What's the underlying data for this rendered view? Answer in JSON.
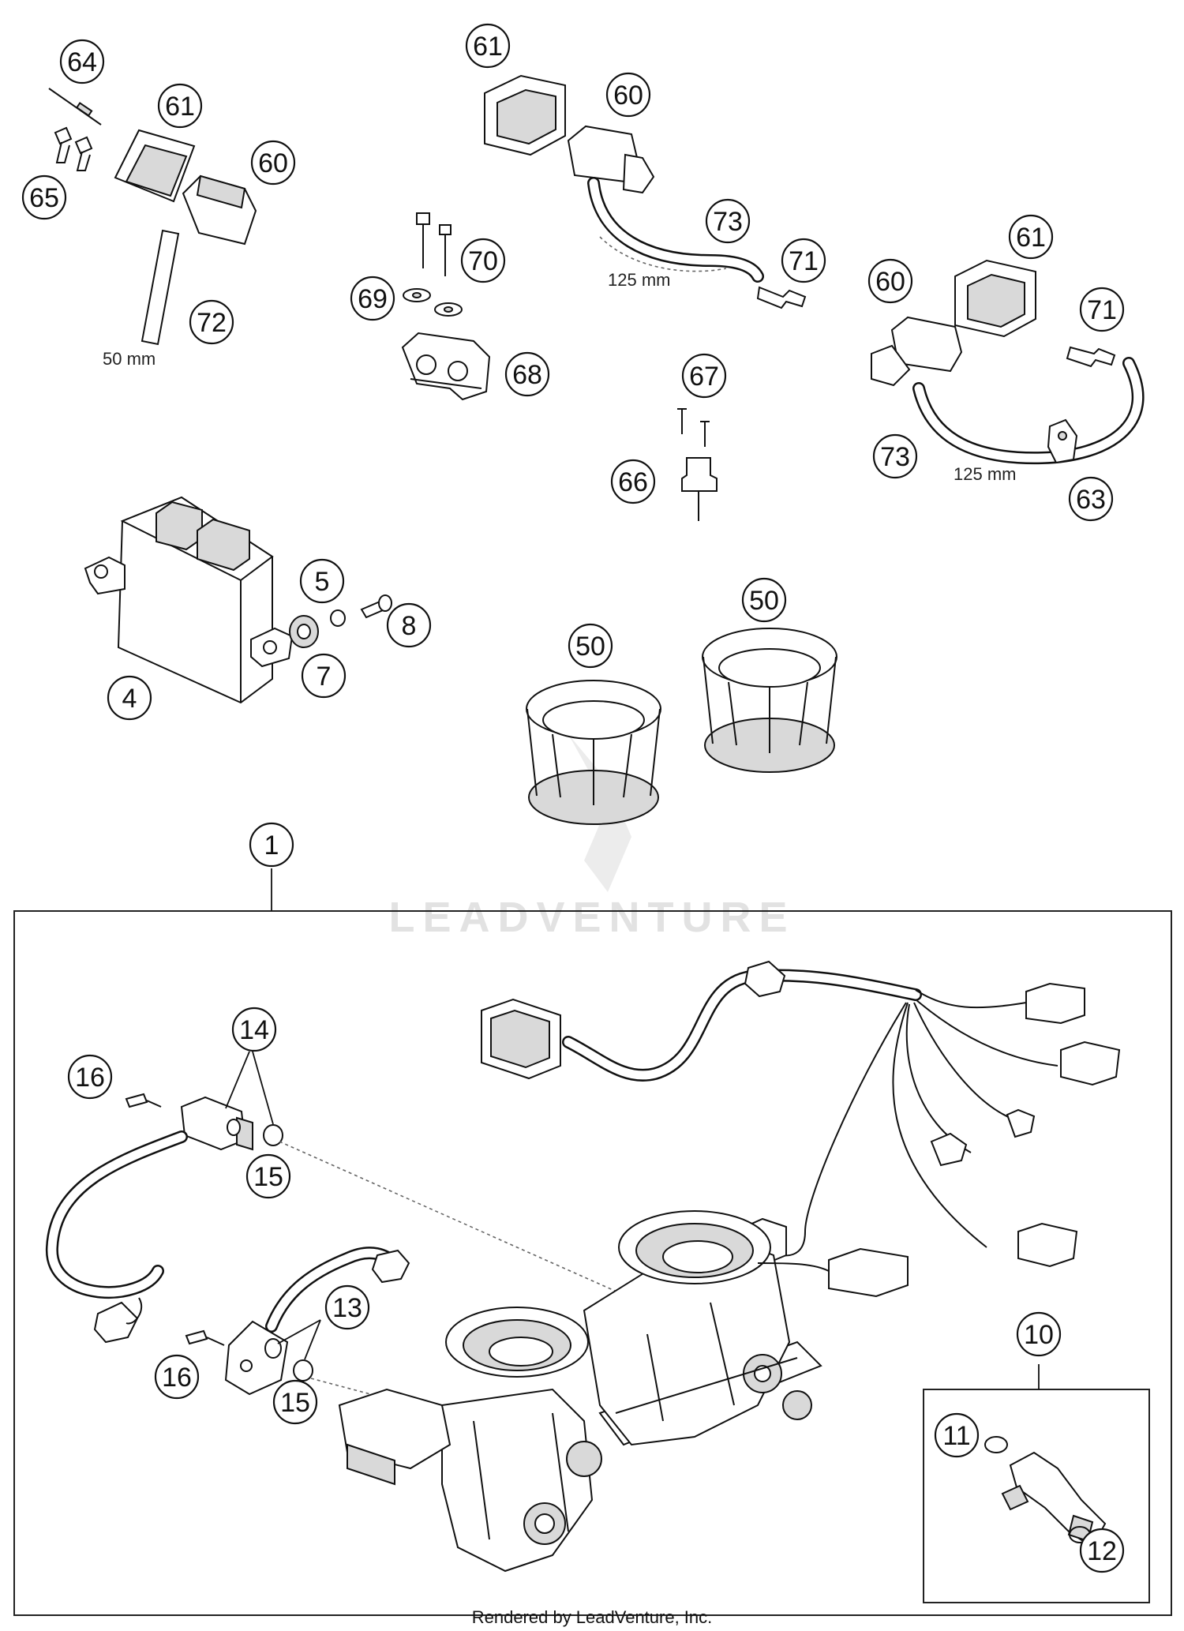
{
  "callouts": [
    {
      "label": "64"
    },
    {
      "label": "61"
    },
    {
      "label": "60"
    },
    {
      "label": "65"
    },
    {
      "label": "72"
    },
    {
      "label": "61"
    },
    {
      "label": "60"
    },
    {
      "label": "73"
    },
    {
      "label": "71"
    },
    {
      "label": "70"
    },
    {
      "label": "69"
    },
    {
      "label": "68"
    },
    {
      "label": "67"
    },
    {
      "label": "66"
    },
    {
      "label": "61"
    },
    {
      "label": "60"
    },
    {
      "label": "71"
    },
    {
      "label": "73"
    },
    {
      "label": "63"
    },
    {
      "label": "5"
    },
    {
      "label": "8"
    },
    {
      "label": "7"
    },
    {
      "label": "4"
    },
    {
      "label": "50"
    },
    {
      "label": "50"
    },
    {
      "label": "1"
    },
    {
      "label": "14"
    },
    {
      "label": "16"
    },
    {
      "label": "15"
    },
    {
      "label": "13"
    },
    {
      "label": "16"
    },
    {
      "label": "15"
    },
    {
      "label": "10"
    },
    {
      "label": "11"
    },
    {
      "label": "12"
    }
  ],
  "dimensions": [
    "50 mm",
    "125 mm",
    "125 mm"
  ],
  "watermark": "LEADVENTURE",
  "credit": "Rendered by LeadVenture, Inc."
}
